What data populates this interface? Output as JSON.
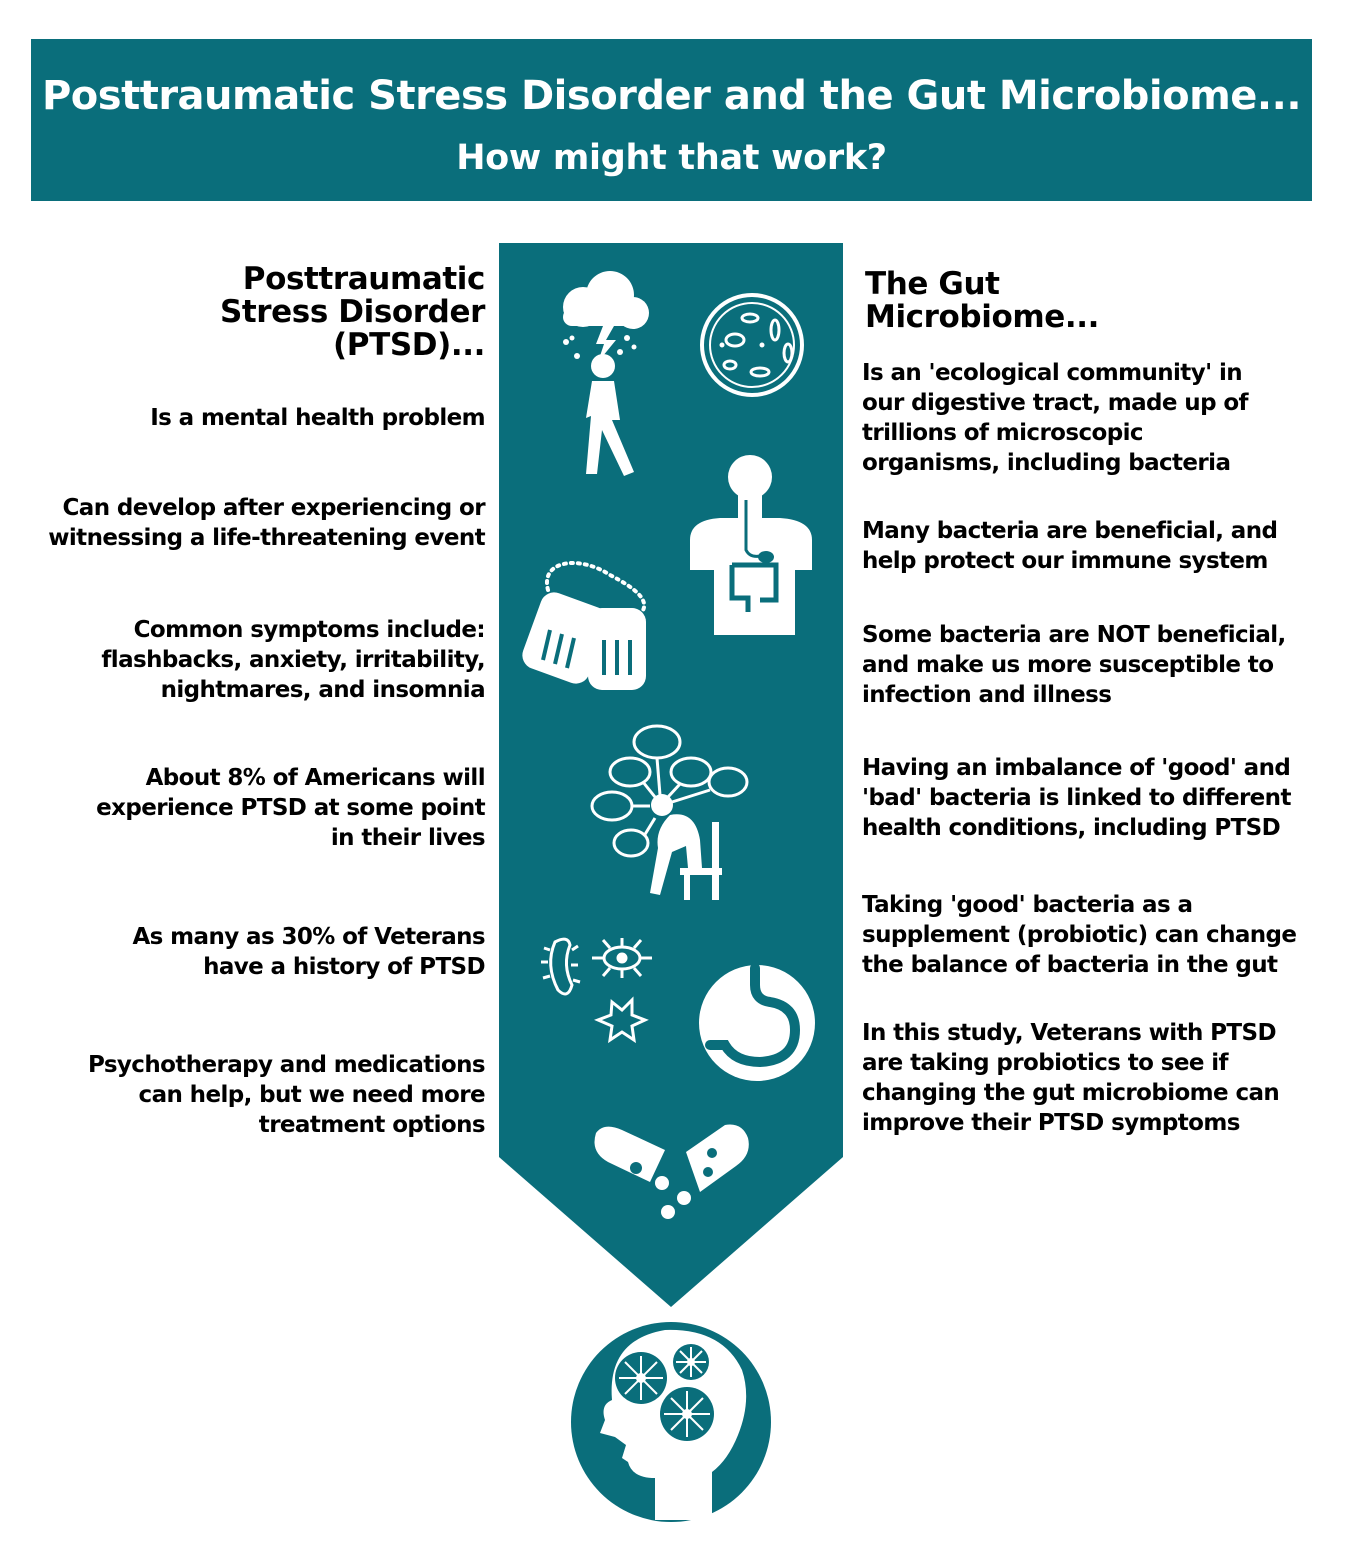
{
  "header": {
    "title": "Posttraumatic Stress Disorder and the Gut Microbiome...",
    "subtitle": "How might that work?"
  },
  "ptsd": {
    "heading": "Posttraumatic\nStress Disorder\n(PTSD)...",
    "items": [
      "Is a mental health problem",
      "Can develop after experiencing or\nwitnessing a life-threatening event",
      "Common symptoms include:\nflashbacks, anxiety, irritability,\nnightmares, and insomnia",
      "About 8% of Americans will\nexperience PTSD at some point\nin their lives",
      "As many as 30% of Veterans\nhave a history of PTSD",
      "Psychotherapy and medications\ncan help, but we need more\ntreatment options"
    ]
  },
  "microbiome": {
    "heading": "The Gut\nMicrobiome...",
    "items": [
      "Is an 'ecological community' in\nour digestive tract, made up of\ntrillions of microscopic\norganisms, including bacteria",
      "Many bacteria are beneficial, and\nhelp protect our immune system",
      "Some bacteria are NOT beneficial,\nand make us more susceptible to\ninfection and illness",
      "Having an imbalance of 'good' and\n'bad' bacteria is linked to different\nhealth conditions, including PTSD",
      "Taking 'good' bacteria as a\nsupplement (probiotic) can change\nthe balance of bacteria in the gut",
      "In this study, Veterans with PTSD\nare taking probiotics to see if\nchanging the gut microbiome can\nimprove their PTSD symptoms"
    ]
  },
  "icons": [
    "rain-cloud-person-icon",
    "petri-dish-bacteria-icon",
    "digestive-system-icon",
    "dog-tags-icon",
    "thinking-person-icon",
    "microbes-icon",
    "stomach-icon",
    "capsule-icon",
    "head-flowers-icon"
  ],
  "colors": {
    "teal": "#0a6e7b",
    "text": "#000000",
    "white": "#ffffff"
  }
}
